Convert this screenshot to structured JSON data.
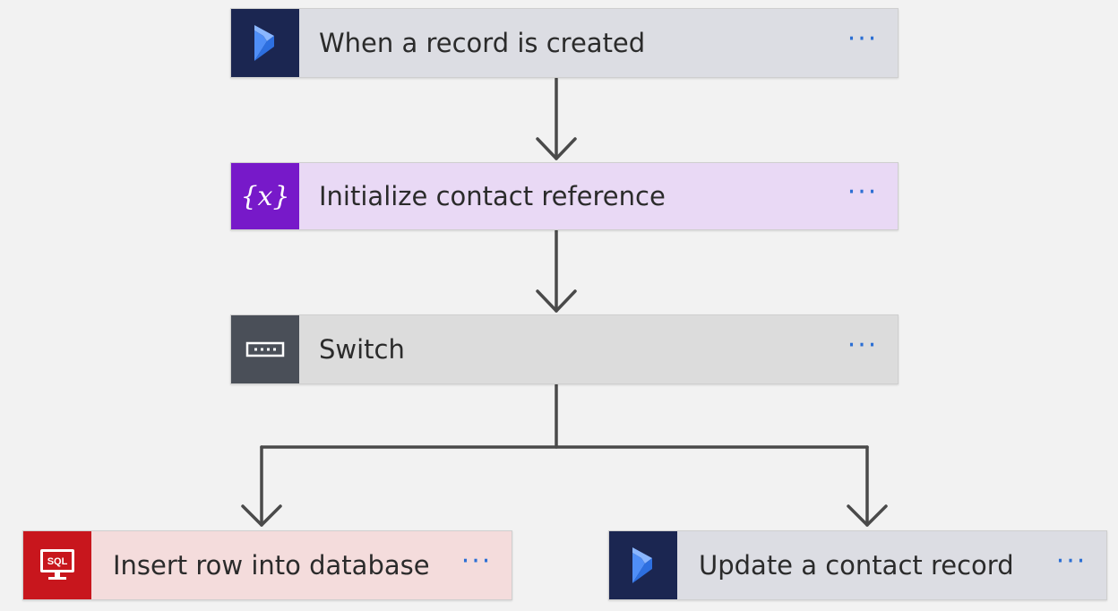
{
  "flow": {
    "trigger": {
      "title": "When a record is created",
      "icon": "dynamics-icon",
      "more": "···",
      "color": "#1b2651"
    },
    "init_variable": {
      "title": "Initialize contact reference",
      "icon": "variable-icon",
      "icon_glyph": "{x}",
      "more": "···",
      "color": "#7719c9"
    },
    "switch": {
      "title": "Switch",
      "icon": "switch-icon",
      "more": "···",
      "color": "#4a4f58"
    },
    "sql_action": {
      "title": "Insert row into database",
      "icon": "sql-icon",
      "icon_label": "SQL",
      "more": "···",
      "color": "#c8161d"
    },
    "update_action": {
      "title": "Update a contact record",
      "icon": "dynamics-icon",
      "more": "···",
      "color": "#1b2651"
    }
  },
  "colors": {
    "connector": "#4a4a4a",
    "more_dots": "#2c6fd4",
    "background": "#f2f2f2"
  }
}
